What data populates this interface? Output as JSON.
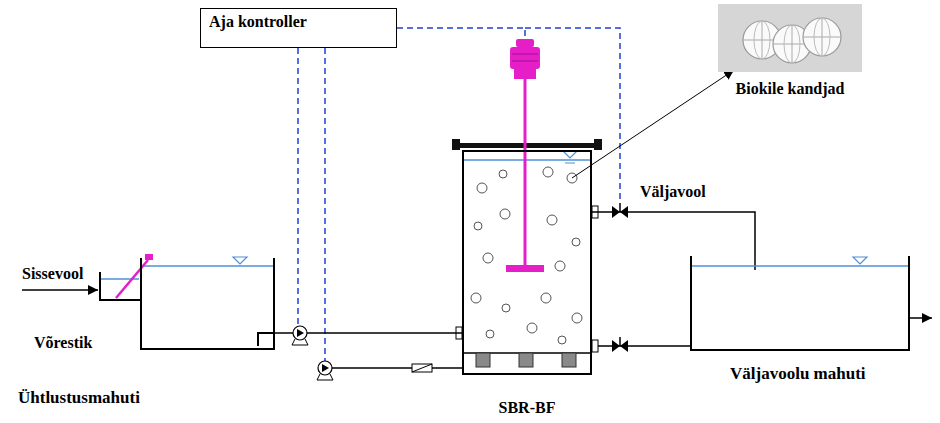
{
  "diagram": {
    "nodes": [
      {
        "text": [
          "Aja kontroller"
        ]
      },
      {
        "text": [
          "Ühtlustusmahuti"
        ]
      },
      {
        "text": [
          "SBR-BF"
        ]
      },
      {
        "text": [
          "Väljavoolu mahuti"
        ]
      },
      {
        "text": [
          "Biokile kandjad"
        ]
      }
    ],
    "edges": [
      {
        "from": 0,
        "to": 2,
        "arrow": "none"
      },
      {
        "from": 1,
        "to": 2,
        "arrow": "none"
      },
      {
        "from": 2,
        "to": 3,
        "arrow": "none"
      },
      {
        "from": 2,
        "to": 4,
        "arrow": "to"
      }
    ],
    "labels": [
      "Sissevool",
      "Võrestik",
      "Väljavool"
    ]
  }
}
